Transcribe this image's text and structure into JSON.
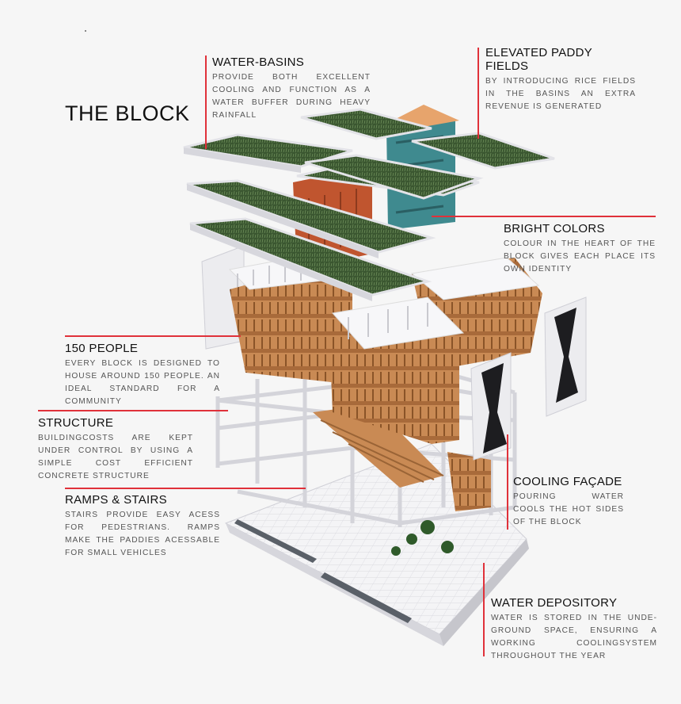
{
  "title": "THE BLOCK",
  "annotations": {
    "water_basins": {
      "heading": "WATER-BASINS",
      "text": "PROVIDE BOTH EXCELLENT COOLING AND FUNCTION AS A WATER BUFFER DURING HEAVY RAINFALL"
    },
    "paddy_fields": {
      "heading": "ELEVATED PADDY FIELDS",
      "text": "BY INTRODUCING RICE FIELDS IN THE BASINS AN EXTRA REVENUE IS GENERATED"
    },
    "bright_colors": {
      "heading": "BRIGHT COLORS",
      "text": "COLOUR IN THE HEART OF THE BLOCK GIVES EACH PLACE ITS OWN IDENTITY"
    },
    "people": {
      "heading": "150 PEOPLE",
      "text": "EVERY BLOCK IS DESIGNED TO HOUSE AROUND 150 PEOPLE. AN IDEAL STANDARD FOR A COMMUNITY"
    },
    "structure": {
      "heading": "STRUCTURE",
      "text": "BUILDINGCOSTS ARE KEPT UNDER CONTROL BY USING A SIMPLE COST EFFICIENT CONCRETE STRUCTURE"
    },
    "cooling_facade": {
      "heading": "COOLING FAÇADE",
      "text": "POURING WATER COOLS THE HOT SIDES OF THE BLOCK"
    },
    "ramps_stairs": {
      "heading": "RAMPS & STAIRS",
      "text": "STAIRS PROVIDE EASY ACESS FOR PEDESTRIANS. RAMPS MAKE THE PADDIES ACESSABLE FOR SMALL VEHICLES"
    },
    "water_depository": {
      "heading": "WATER DEPOSITORY",
      "text": "WATER IS STORED IN THE UNDE-GROUND SPACE, ENSURING A WORKING COOLINGSYSTEM THROUGHOUT THE YEAR"
    }
  },
  "colors": {
    "accent_line": "#e0313a",
    "timber": "#c98a54",
    "terracotta": "#c0552f",
    "teal": "#3f8a8f",
    "grass": "#3e5a32",
    "concrete": "#e8e8ec"
  }
}
